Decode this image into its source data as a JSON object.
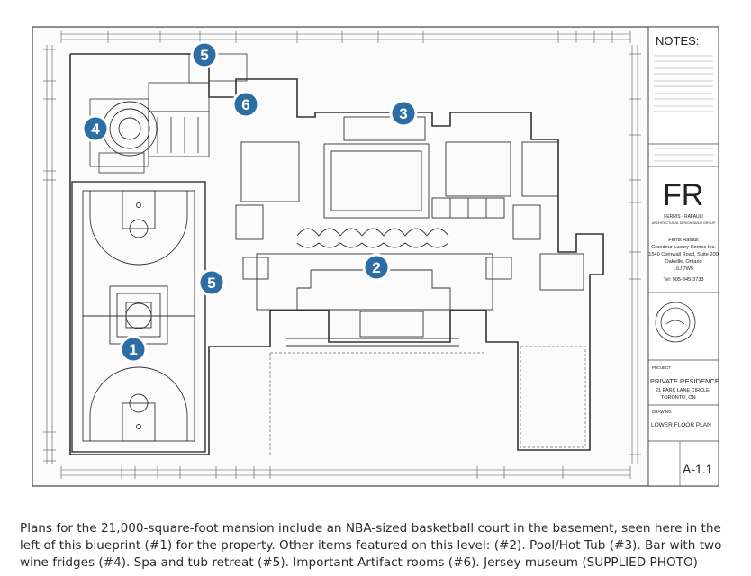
{
  "markers": [
    {
      "label": "1"
    },
    {
      "label": "2"
    },
    {
      "label": "3"
    },
    {
      "label": "4"
    },
    {
      "label": "5"
    },
    {
      "label": "5"
    },
    {
      "label": "6"
    }
  ],
  "title_block": {
    "notes_heading": "NOTES:",
    "logo_letters": "FR",
    "logo_name": "FERRIS · RAFAULI",
    "logo_tag": "ARCHITECTURAL DESIGN BUILD GROUP",
    "company_lines": [
      "Ferris Rafauli",
      "Grandeur Luxury Homes Inc.",
      "1540 Cornwall Road, Suite 200",
      "Oakville, Ontario",
      "L6J 7W5",
      "Tel: 905-845-3733"
    ],
    "project_label": "PROJECT",
    "project_lines": [
      "PRIVATE RESIDENCE",
      "21 PARK LANE CIRCLE",
      "TORONTO, ON"
    ],
    "drawing_label": "DRAWING",
    "drawing_title": "LOWER FLOOR PLAN",
    "sheet_number": "A-1.1"
  },
  "caption": "Plans for the 21,000-square-foot mansion include an NBA-sized basketball court in the basement, seen here in the left of this blueprint (#1) for the property. Other items featured on this level: (#2). Pool/Hot Tub (#3). Bar with two wine fridges (#4). Spa and tub retreat (#5). Important Artifact rooms (#6). Jersey museum   (SUPPLIED PHOTO)",
  "colors": {
    "marker_fill": "#2c6ea3",
    "marker_stroke": "#ffffff",
    "line": "#333333",
    "caption_text": "#2b2b2b"
  }
}
